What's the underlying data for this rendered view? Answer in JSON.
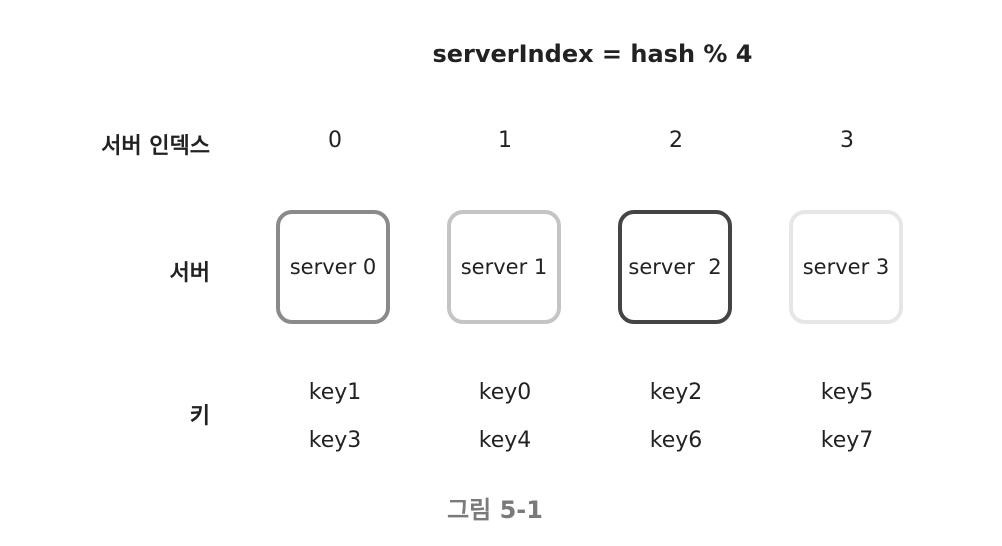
{
  "formula": "serverIndex = hash % 4",
  "row_labels": {
    "index": "서버 인덱스",
    "server": "서버",
    "key": "키"
  },
  "columns": [
    {
      "index": "0",
      "server": "server 0",
      "border_color": "#8a8a8a",
      "keys": [
        "key1",
        "key3"
      ]
    },
    {
      "index": "1",
      "server": "server 1",
      "border_color": "#c4c4c4",
      "keys": [
        "key0",
        "key4"
      ]
    },
    {
      "index": "2",
      "server": "server  2",
      "border_color": "#444444",
      "keys": [
        "key2",
        "key6"
      ]
    },
    {
      "index": "3",
      "server": "server 3",
      "border_color": "#e6e6e6",
      "keys": [
        "key5",
        "key7"
      ]
    }
  ],
  "caption": "그림 5-1"
}
